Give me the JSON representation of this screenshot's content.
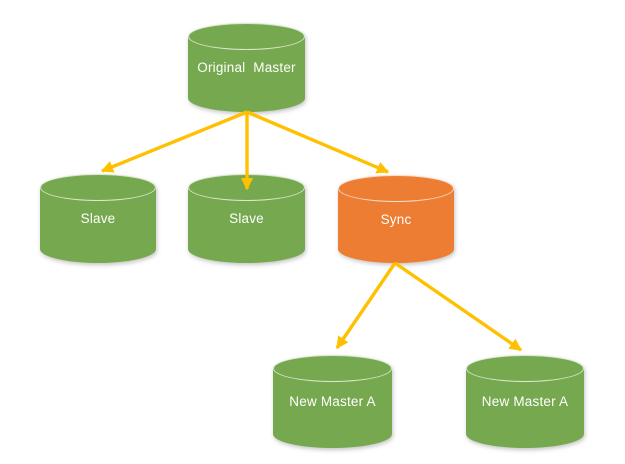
{
  "diagram": {
    "type": "topology-diagram",
    "description": "Database replication topology: master with slaves and sync node promoting new masters",
    "nodes": [
      {
        "id": "original-master",
        "label": "Original  Master",
        "shape": "cylinder",
        "color": "#76A94F"
      },
      {
        "id": "slave-1",
        "label": "Slave",
        "shape": "cylinder",
        "color": "#76A94F"
      },
      {
        "id": "slave-2",
        "label": "Slave",
        "shape": "cylinder",
        "color": "#76A94F"
      },
      {
        "id": "sync",
        "label": "Sync",
        "shape": "cylinder",
        "color": "#EC7D33"
      },
      {
        "id": "new-master-a-1",
        "label": "New Master A",
        "shape": "cylinder",
        "color": "#76A94F"
      },
      {
        "id": "new-master-a-2",
        "label": "New Master A",
        "shape": "cylinder",
        "color": "#76A94F"
      }
    ],
    "edges": [
      {
        "from": "original-master",
        "to": "slave-1"
      },
      {
        "from": "original-master",
        "to": "slave-2"
      },
      {
        "from": "original-master",
        "to": "sync"
      },
      {
        "from": "sync",
        "to": "new-master-a-1"
      },
      {
        "from": "sync",
        "to": "new-master-a-2"
      }
    ],
    "colors": {
      "node_green": "#76A94F",
      "node_orange": "#EC7D33",
      "arrow": "#FFC000",
      "label_text": "#FFFFFF",
      "background": "#FFFFFF"
    }
  }
}
